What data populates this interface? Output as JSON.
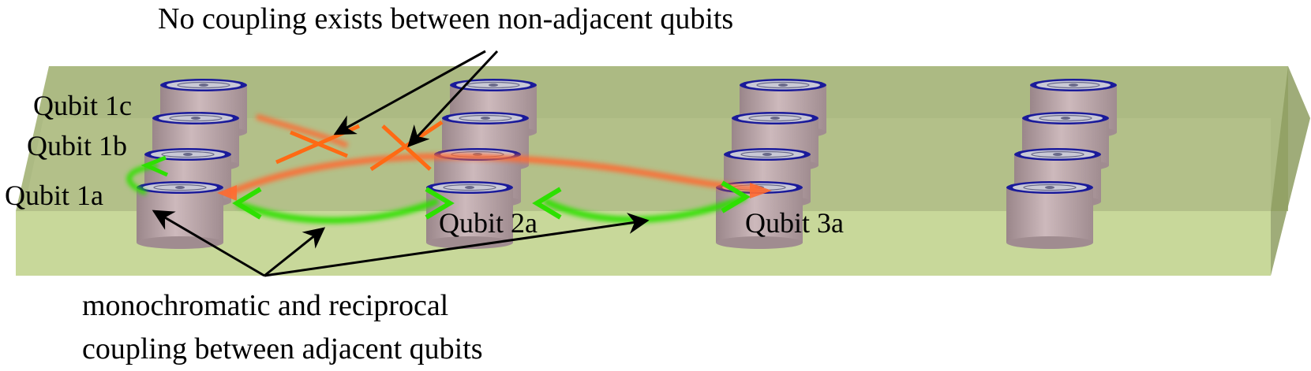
{
  "annotations": {
    "top_caption": "No coupling exists between non-adjacent qubits",
    "bottom_caption_line1": "monochromatic and reciprocal",
    "bottom_caption_line2": "coupling between adjacent qubits"
  },
  "qubit_labels": {
    "q1c": "Qubit 1c",
    "q1b": "Qubit 1b",
    "q1a": "Qubit 1a",
    "q2a": "Qubit 2a",
    "q3a": "Qubit 3a"
  },
  "colors": {
    "slab_top": "#a8b67c",
    "slab_front": "#c8d89a",
    "slab_side": "#8e9d62",
    "cylinder_body": "#b8a2a6",
    "ring_outer": "#1a1a9a",
    "disc_face": "#c9c9d6",
    "coupling_green": "#2de000",
    "non_adjacent_orange": "#ff6a30",
    "cross_orange": "#ff6a14",
    "arrow": "#000000"
  },
  "icons": {
    "cross_marks": "x-mark-icon",
    "arrowheads": "arrowhead-icon"
  }
}
